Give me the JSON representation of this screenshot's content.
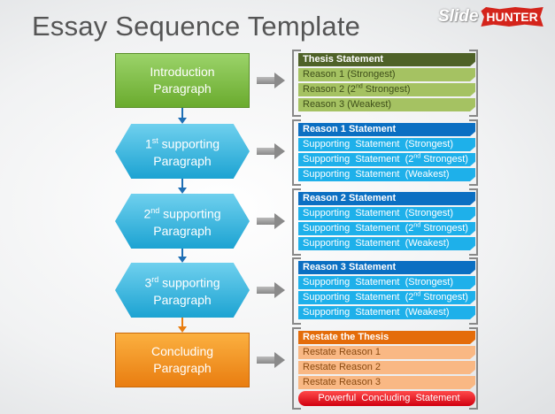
{
  "title": "Essay Sequence Template",
  "logo": {
    "part1": "Slide",
    "part2": "HUNTER"
  },
  "left": [
    {
      "line1": "Introduction",
      "line1_sup": "",
      "line1_post": "",
      "line2": "Paragraph"
    },
    {
      "line1": "1",
      "line1_sup": "st",
      "line1_post": " supporting",
      "line2": "Paragraph"
    },
    {
      "line1": "2",
      "line1_sup": "nd",
      "line1_post": " supporting",
      "line2": "Paragraph"
    },
    {
      "line1": "3",
      "line1_sup": "rd",
      "line1_post": " supporting",
      "line2": "Paragraph"
    },
    {
      "line1": "Concluding",
      "line1_sup": "",
      "line1_post": "",
      "line2": "Paragraph"
    }
  ],
  "groups": [
    {
      "rows": [
        {
          "pre": "Thesis Statement"
        },
        {
          "pre": "Reason 1 (Strongest)"
        },
        {
          "pre": "Reason 2 (2",
          "sup": "nd",
          "post": " Strongest)"
        },
        {
          "pre": "Reason 3 (Weakest)"
        }
      ]
    },
    {
      "rows": [
        {
          "pre": "Reason 1 Statement"
        },
        {
          "pre": "Supporting  Statement  (Strongest)"
        },
        {
          "pre": "Supporting  Statement  (2",
          "sup": "nd",
          "post": " Strongest)"
        },
        {
          "pre": "Supporting  Statement  (Weakest)"
        }
      ]
    },
    {
      "rows": [
        {
          "pre": "Reason 2 Statement"
        },
        {
          "pre": "Supporting  Statement  (Strongest)"
        },
        {
          "pre": "Supporting  Statement  (2",
          "sup": "nd",
          "post": " Strongest)"
        },
        {
          "pre": "Supporting  Statement  (Weakest)"
        }
      ]
    },
    {
      "rows": [
        {
          "pre": "Reason 3 Statement"
        },
        {
          "pre": "Supporting  Statement  (Strongest)"
        },
        {
          "pre": "Supporting  Statement  (2",
          "sup": "nd",
          "post": " Strongest)"
        },
        {
          "pre": "Supporting  Statement  (Weakest)"
        }
      ]
    },
    {
      "rows": [
        {
          "pre": "Restate the Thesis"
        },
        {
          "pre": "Restate Reason 1"
        },
        {
          "pre": "Restate Reason 2"
        },
        {
          "pre": "Restate Reason 3"
        }
      ],
      "final": "Powerful  Concluding  Statement"
    }
  ],
  "colors": {
    "green": {
      "hdr": "#4f6228",
      "row": "#a5c262",
      "hdrText": "#ffffff",
      "rowText": "#3f4f1a"
    },
    "blue": {
      "hdr": "#0b6fc2",
      "row": "#1eb0ea",
      "hdrText": "#ffffff",
      "rowText": "#ffffff"
    },
    "orange": {
      "hdr": "#e46c0a",
      "row": "#f9b884",
      "hdrText": "#ffffff",
      "rowText": "#8a4a10"
    }
  }
}
